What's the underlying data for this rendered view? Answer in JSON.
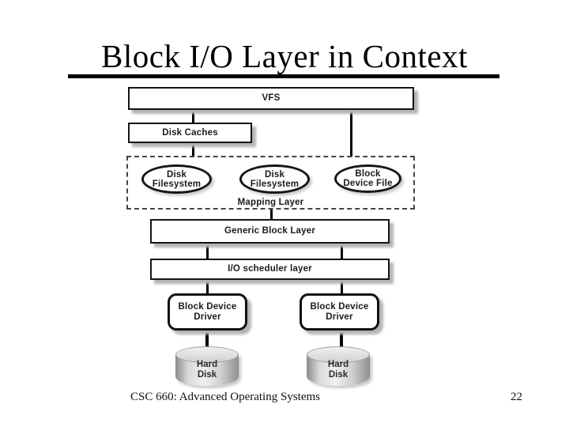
{
  "slide": {
    "title": "Block I/O Layer in Context",
    "footer_course": "CSC 660: Advanced Operating Systems",
    "footer_page": "22"
  },
  "diagram": {
    "vfs_label": "VFS",
    "disk_caches_label": "Disk Caches",
    "mapping_layer_label": "Mapping Layer",
    "disk_filesystem_1_label": "Disk Filesystem",
    "disk_filesystem_2_label": "Disk Filesystem",
    "block_device_file_label": "Block Device File",
    "generic_block_layer_label": "Generic Block Layer",
    "io_scheduler_label": "I/O scheduler layer",
    "block_device_driver_1_label": "Block Device Driver",
    "block_device_driver_2_label": "Block Device Driver",
    "hard_disk_1_label": "Hard Disk",
    "hard_disk_2_label": "Hard Disk",
    "colors": {
      "connector": "#000000",
      "box_border": "#141414",
      "shadow": "#b4b4b4",
      "cylinder_light": "#f1f1f1",
      "cylinder_dark": "#8a8a8a"
    }
  }
}
